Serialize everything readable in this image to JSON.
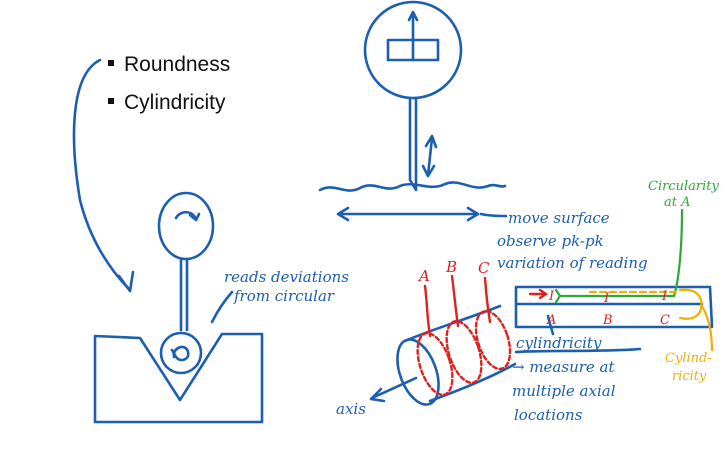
{
  "bullets": [
    "Roundness",
    "Cylindricity"
  ],
  "notes": {
    "reads_deviations": [
      "reads deviations",
      "from circular"
    ],
    "move_surface": [
      "move surface",
      "observe pk-pk",
      "variation of reading"
    ],
    "circularity": [
      "Circularity",
      "at A"
    ],
    "cylindricity_note": [
      "cylindricity",
      "→ measure at",
      "multiple axial",
      "locations"
    ],
    "cylindricity_yellow": [
      "Cylind-",
      "ricity"
    ],
    "axis": "axis"
  },
  "section_labels": [
    "A",
    "B",
    "C"
  ],
  "bar_labels_top": [
    "I",
    "I",
    "I"
  ],
  "bar_labels_bottom": [
    "A",
    "B",
    "C"
  ],
  "colors": {
    "ink": "#1c5fb0",
    "sections": "#e02020",
    "circularity": "#2fa836",
    "cylindricity": "#f0b000",
    "text": "#111111"
  }
}
